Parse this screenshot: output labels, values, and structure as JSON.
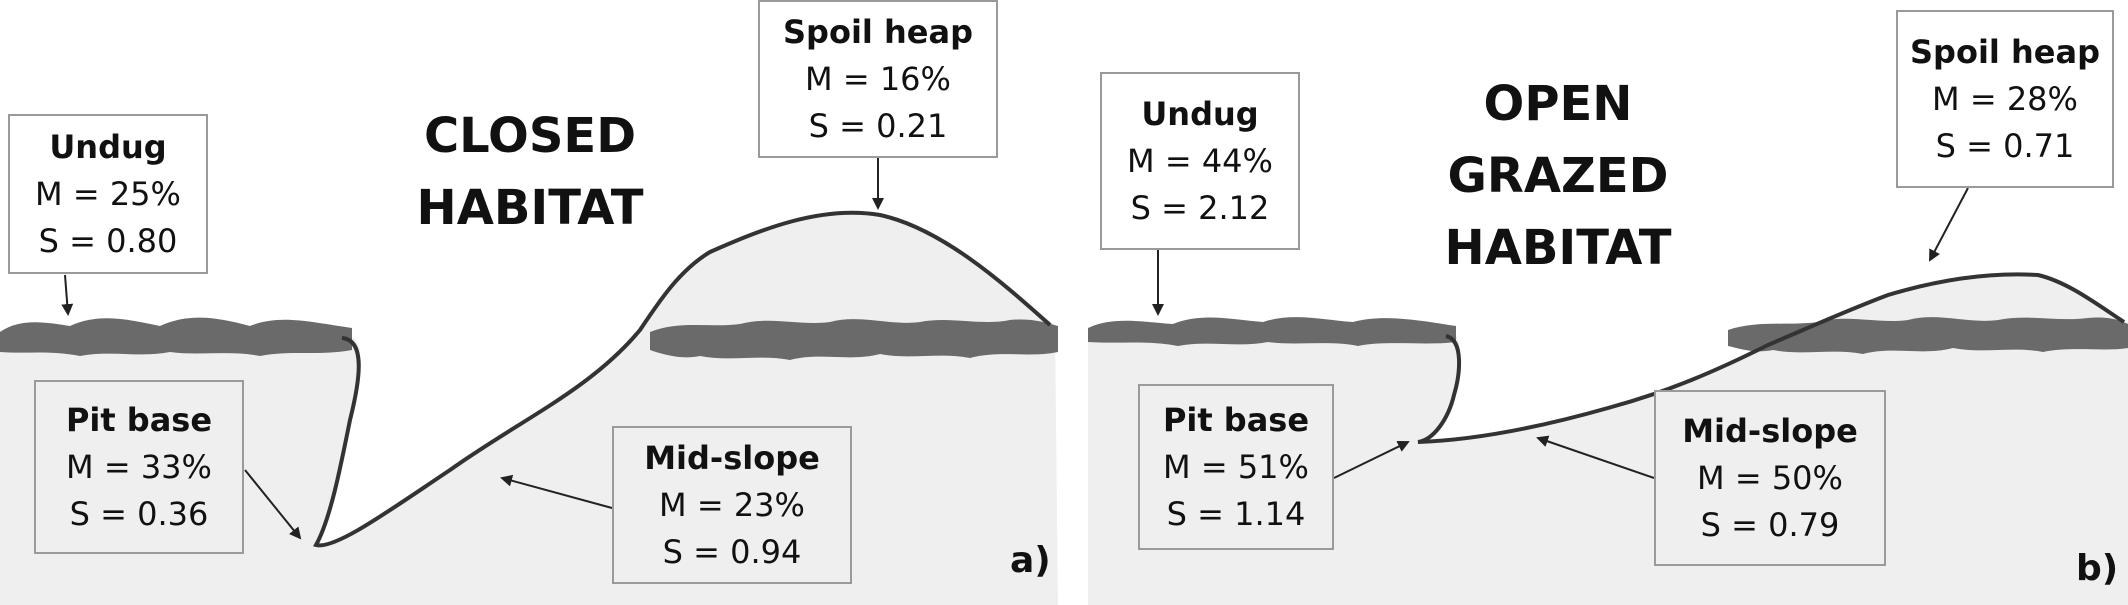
{
  "panels": [
    {
      "title_line1": "CLOSED",
      "title_line2": "HABITAT",
      "panel_label": "a)",
      "zones": {
        "undug": {
          "title": "Undug",
          "m": "M = 25%",
          "s": "S = 0.80"
        },
        "spoil": {
          "title": "Spoil heap",
          "m": "M = 16%",
          "s": "S = 0.21"
        },
        "pit": {
          "title": "Pit base",
          "m": "M = 33%",
          "s": "S = 0.36"
        },
        "midslope": {
          "title": "Mid-slope",
          "m": "M = 23%",
          "s": "S = 0.94"
        }
      }
    },
    {
      "title_line1": "OPEN GRAZED",
      "title_line2": "HABITAT",
      "panel_label": "b)",
      "zones": {
        "undug": {
          "title": "Undug",
          "m": "M = 44%",
          "s": "S = 2.12"
        },
        "spoil": {
          "title": "Spoil heap",
          "m": "M = 28%",
          "s": "S = 0.71"
        },
        "pit": {
          "title": "Pit base",
          "m": "M = 51%",
          "s": "S = 1.14"
        },
        "midslope": {
          "title": "Mid-slope",
          "m": "M = 50%",
          "s": "S = 0.79"
        }
      }
    }
  ],
  "colors": {
    "soil": "#efefef",
    "vegetation": "#6a6a6a",
    "outline": "#333333",
    "box_border": "#9a9a9a"
  }
}
